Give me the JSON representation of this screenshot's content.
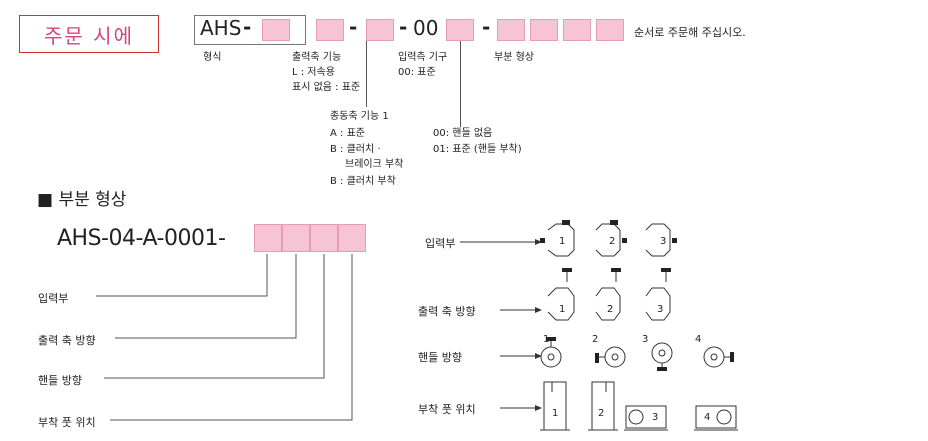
{
  "order_example": {
    "title": "주문 시에",
    "prefix": "AHS",
    "dash": "-",
    "fixed_00": "00",
    "instruction": "순서로 주문해 주십시오."
  },
  "labels": {
    "model": "형식",
    "output_func": "출력축 기능",
    "output_func_L": "L : 저속용",
    "output_func_none": "표시 없음 : 표준",
    "input_mech": "입력측 기구",
    "input_mech_00": "00: 표준",
    "part_shape": "부분 형상",
    "cross_func": "종동축 기능 1",
    "cross_A": "A : 표준",
    "cross_B1": "B : 클러치 ·",
    "cross_B1b": "브레이크 부착",
    "cross_B2": "B : 클러치 부착",
    "handle_00": "00: 핸들 없음",
    "handle_01": "01: 표준    (핸들 부착)"
  },
  "section": {
    "heading": "■ 부분 형상",
    "code": "AHS-04-A-0001-",
    "fields": [
      "입력부",
      "출력 축 방향",
      "핸들 방향",
      "부착 풋 위치"
    ]
  },
  "diagram": {
    "rows": [
      {
        "label": "입력부",
        "items": [
          "1",
          "2",
          "3"
        ]
      },
      {
        "label": "출력 축 방향",
        "items": [
          "1",
          "2",
          "3"
        ]
      },
      {
        "label": "핸들 방향",
        "items": [
          "1",
          "2",
          "3",
          "4"
        ]
      },
      {
        "label": "부착 풋 위치",
        "items": [
          "1",
          "2",
          "3",
          "4"
        ]
      }
    ]
  }
}
